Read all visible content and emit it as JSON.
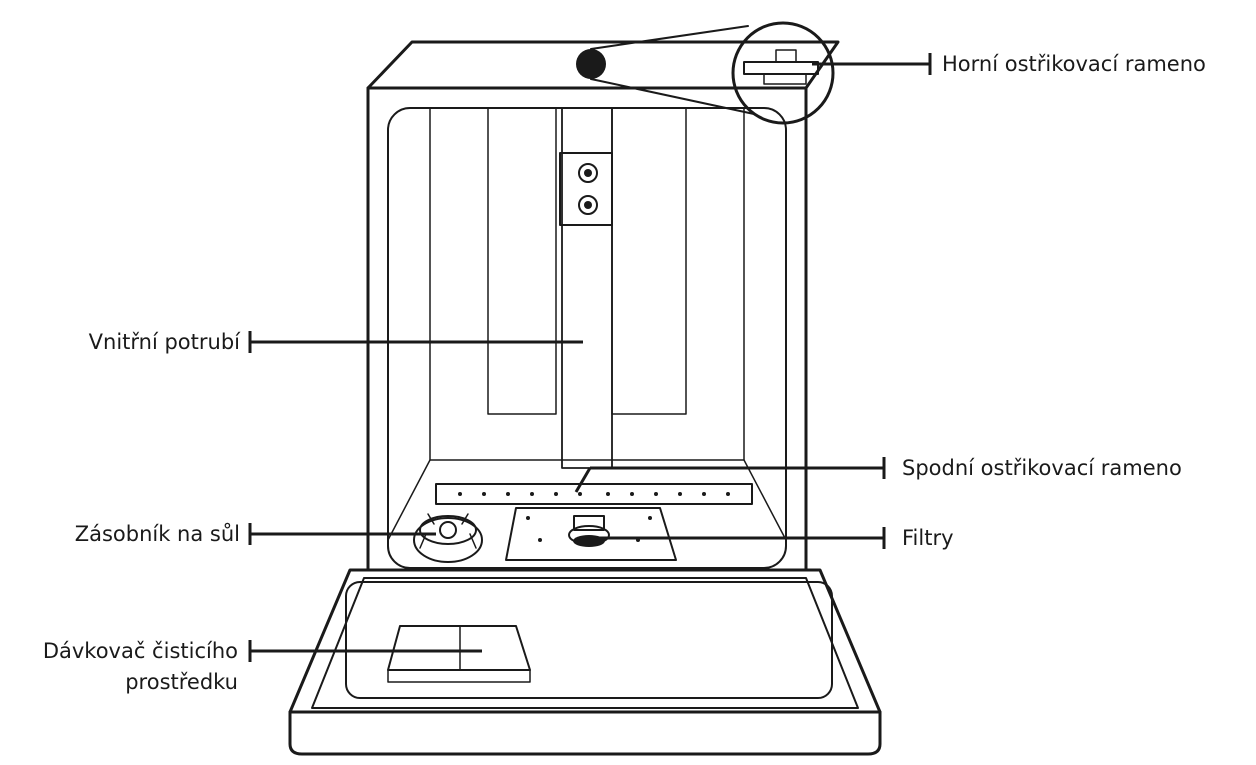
{
  "labels": {
    "upper_spray_arm": "Horní ostřikovací rameno",
    "inner_pipe": "Vnitřní potrubí",
    "lower_spray_arm": "Spodní ostřikovací rameno",
    "salt_container": "Zásobník na sůl",
    "filters": "Filtry",
    "detergent_dispenser_line1": "Dávkovač čisticího",
    "detergent_dispenser_line2": "prostředku"
  },
  "colors": {
    "outline": "#1a1a1a",
    "dispenser_tint": "#dce8e0"
  }
}
